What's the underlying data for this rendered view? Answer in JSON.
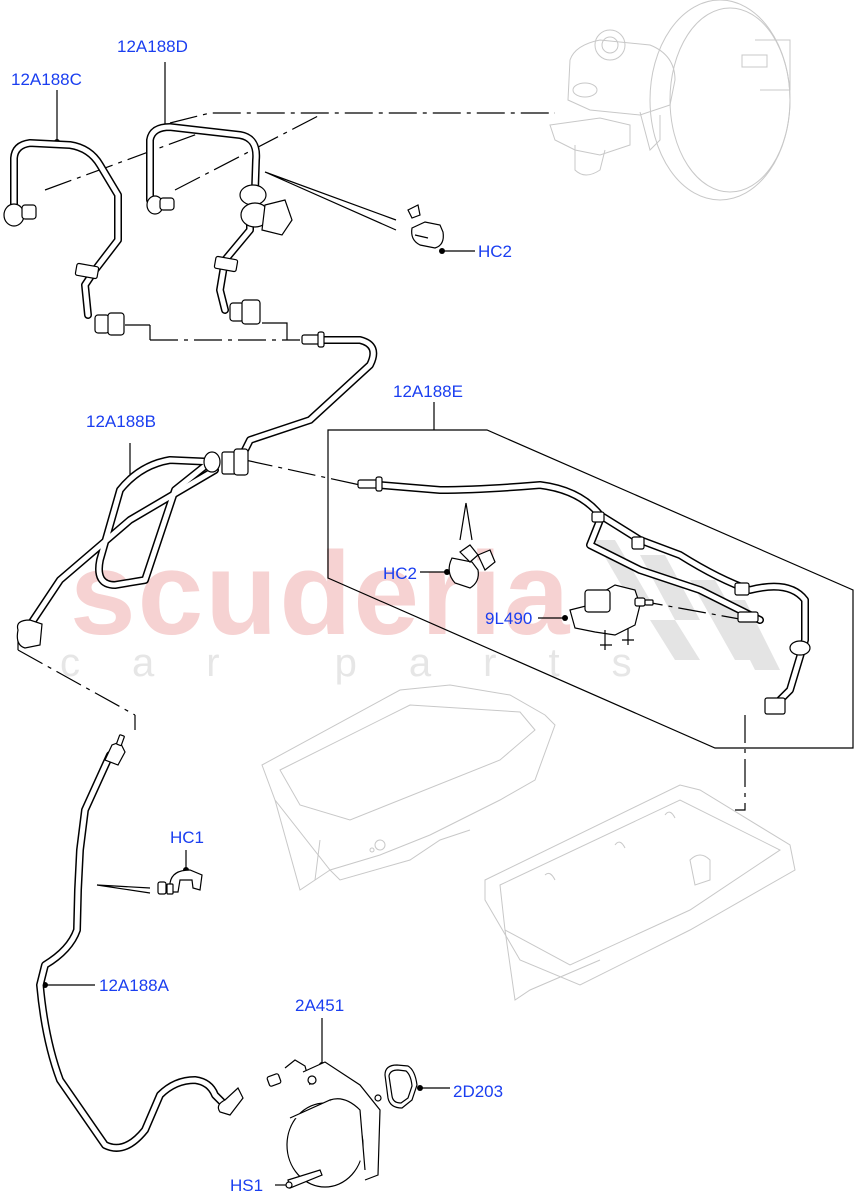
{
  "diagram": {
    "watermark": {
      "main": "scuderia",
      "sub": "car parts",
      "main_color": "#f6d2d2",
      "sub_color": "#e6e6e6"
    },
    "label_color": "#1a3ef0",
    "callouts": [
      {
        "id": "12A188C",
        "text": "12A188C",
        "part": "brake vacuum hose section C"
      },
      {
        "id": "12A188D",
        "text": "12A188D",
        "part": "brake vacuum hose section D"
      },
      {
        "id": "HC2_top",
        "text": "HC2",
        "part": "hose clip"
      },
      {
        "id": "12A188E",
        "text": "12A188E",
        "part": "brake vacuum hose section E"
      },
      {
        "id": "12A188B",
        "text": "12A188B",
        "part": "brake vacuum hose section B"
      },
      {
        "id": "HC2_mid",
        "text": "HC2",
        "part": "hose clip"
      },
      {
        "id": "9L490",
        "text": "9L490",
        "part": "vacuum solenoid valve"
      },
      {
        "id": "HC1",
        "text": "HC1",
        "part": "hose clip"
      },
      {
        "id": "12A188A",
        "text": "12A188A",
        "part": "brake vacuum hose section A"
      },
      {
        "id": "2A451",
        "text": "2A451",
        "part": "vacuum pump"
      },
      {
        "id": "2D203",
        "text": "2D203",
        "part": "vacuum pump gasket"
      },
      {
        "id": "HS1",
        "text": "HS1",
        "part": "bolt"
      }
    ],
    "components": [
      "brake-booster",
      "master-cylinder",
      "oil-pan-upper",
      "oil-pan-lower",
      "vacuum-pump",
      "solenoid-valve"
    ]
  }
}
